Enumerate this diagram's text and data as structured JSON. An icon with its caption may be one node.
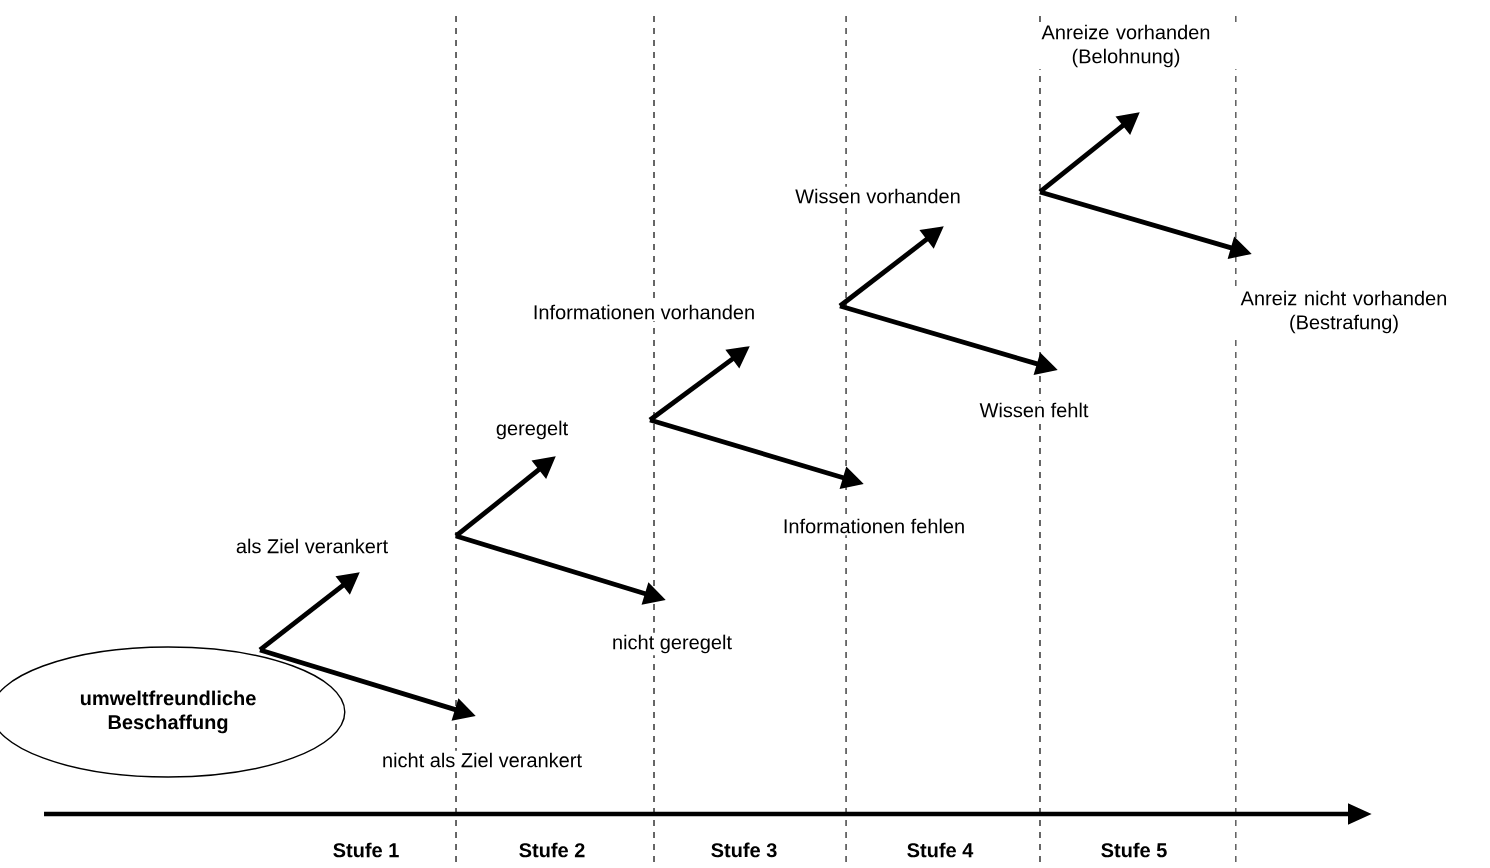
{
  "diagram": {
    "nodes": [
      {
        "text": [
          "umweltfreundliche Beschaffung"
        ]
      },
      {
        "text": [
          "als Ziel verankert"
        ]
      },
      {
        "text": [
          "nicht als Ziel verankert"
        ]
      },
      {
        "text": [
          "geregelt"
        ]
      },
      {
        "text": [
          "nicht geregelt"
        ]
      },
      {
        "text": [
          "Informationen vorhanden"
        ]
      },
      {
        "text": [
          "Informationen fehlen"
        ]
      },
      {
        "text": [
          "Wissen vorhanden"
        ]
      },
      {
        "text": [
          "Wissen fehlt"
        ]
      },
      {
        "text": [
          "Anreize vorhanden (Belohnung)"
        ]
      },
      {
        "text": [
          "Anreiz nicht vorhanden (Bestrafung)"
        ]
      }
    ],
    "edges": [
      {
        "from": 0,
        "to": 1,
        "arrow": "to"
      },
      {
        "from": 0,
        "to": 2,
        "arrow": "to"
      },
      {
        "from": 1,
        "to": 3,
        "arrow": "to"
      },
      {
        "from": 1,
        "to": 4,
        "arrow": "to"
      },
      {
        "from": 3,
        "to": 5,
        "arrow": "to"
      },
      {
        "from": 3,
        "to": 6,
        "arrow": "to"
      },
      {
        "from": 5,
        "to": 7,
        "arrow": "to"
      },
      {
        "from": 5,
        "to": 8,
        "arrow": "to"
      },
      {
        "from": 7,
        "to": 9,
        "arrow": "to"
      },
      {
        "from": 7,
        "to": 10,
        "arrow": "to"
      }
    ],
    "labels": [
      "Stufe 1",
      "Stufe 2",
      "Stufe 3",
      "Stufe 4",
      "Stufe 5"
    ]
  }
}
